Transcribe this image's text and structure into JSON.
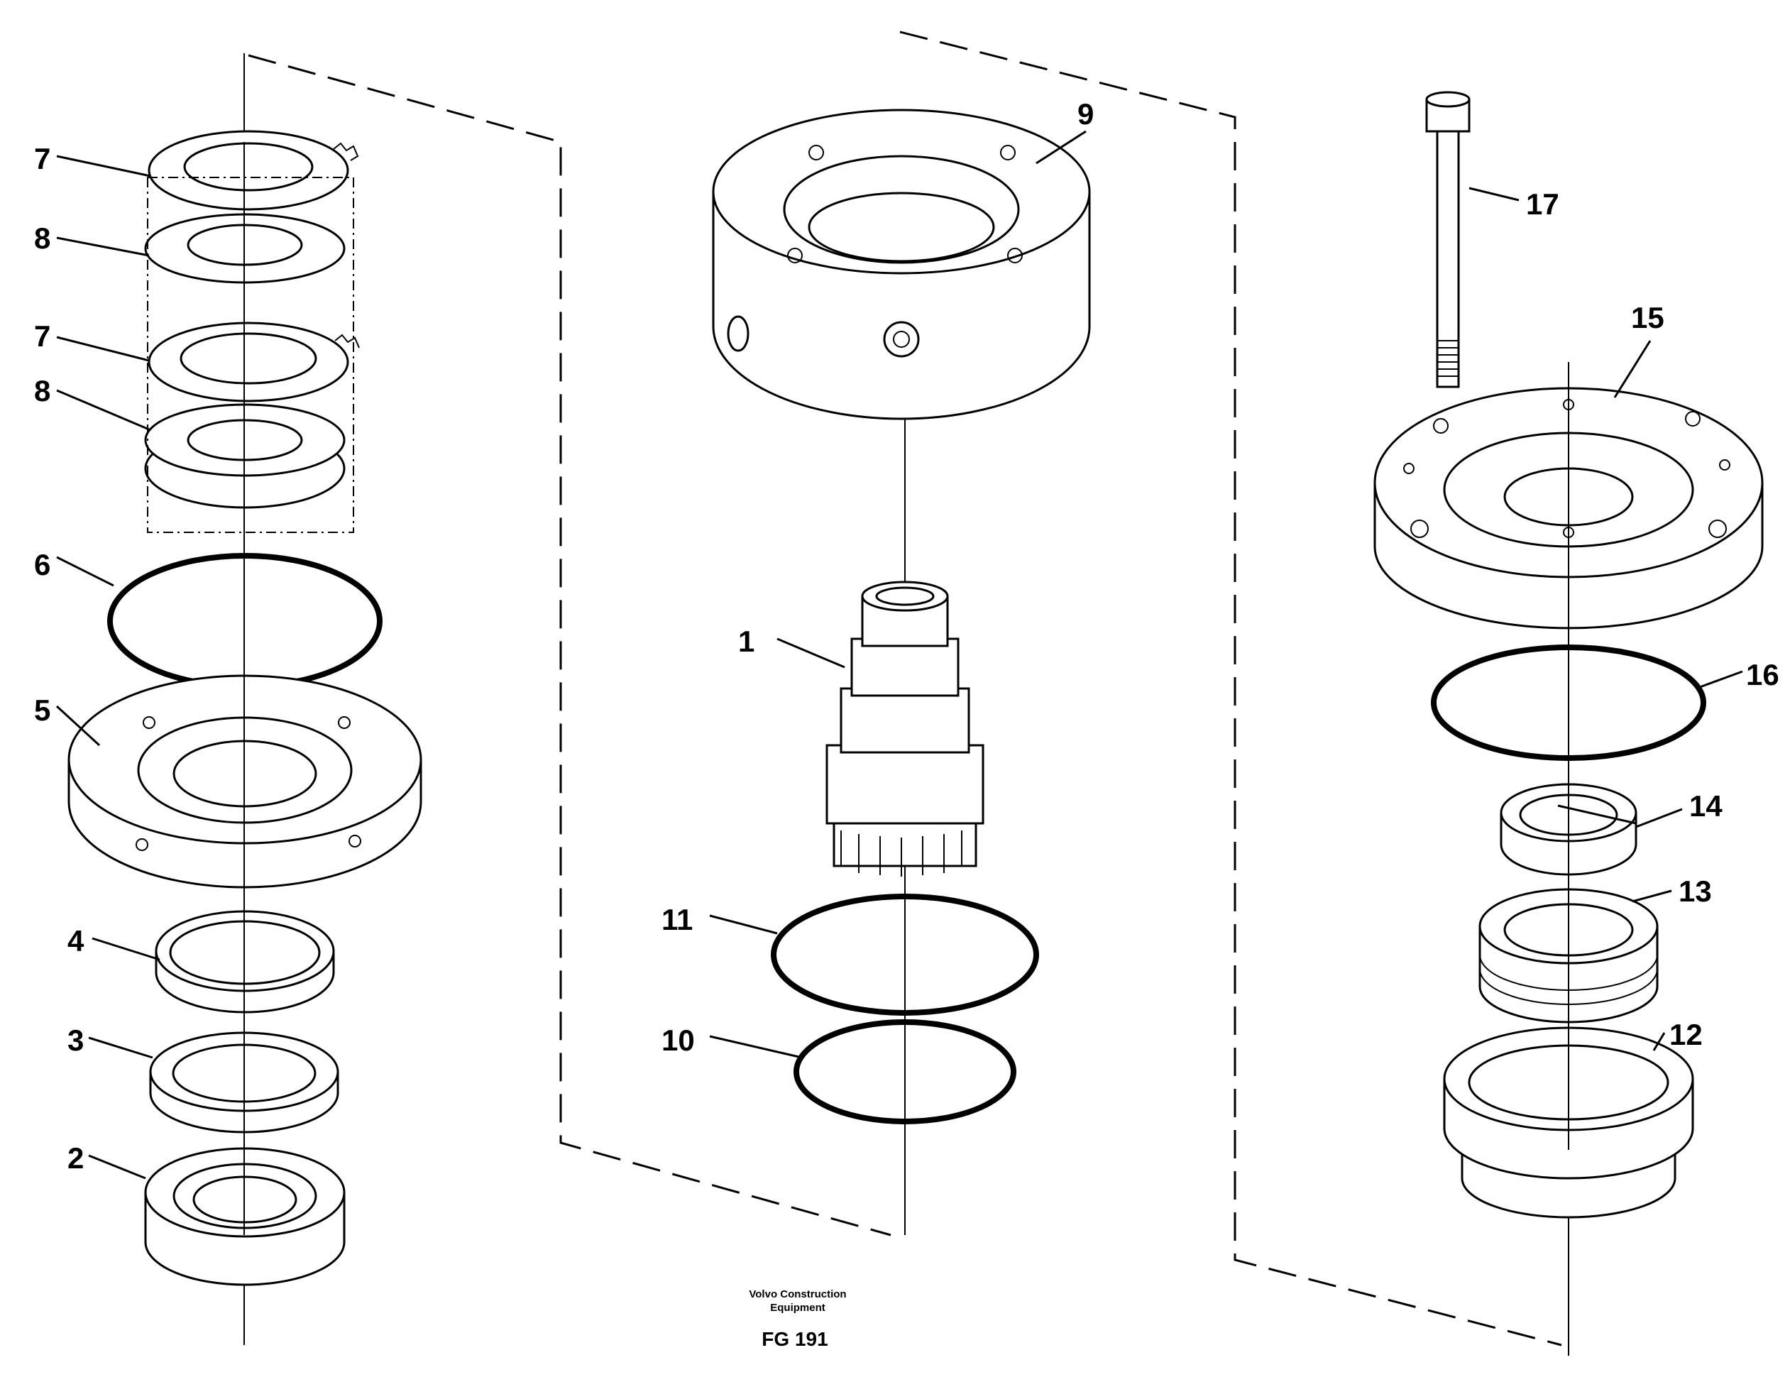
{
  "figure": {
    "footer_line1": "Volvo Construction",
    "footer_line2": "Equipment",
    "figure_code": "FG 191"
  },
  "callouts": {
    "c1": "1",
    "c2": "2",
    "c3": "3",
    "c4": "4",
    "c5": "5",
    "c6": "6",
    "c7a": "7",
    "c7b": "7",
    "c8a": "8",
    "c8b": "8",
    "c9": "9",
    "c10": "10",
    "c11": "11",
    "c12": "12",
    "c13": "13",
    "c14": "14",
    "c15": "15",
    "c16": "16",
    "c17": "17"
  }
}
